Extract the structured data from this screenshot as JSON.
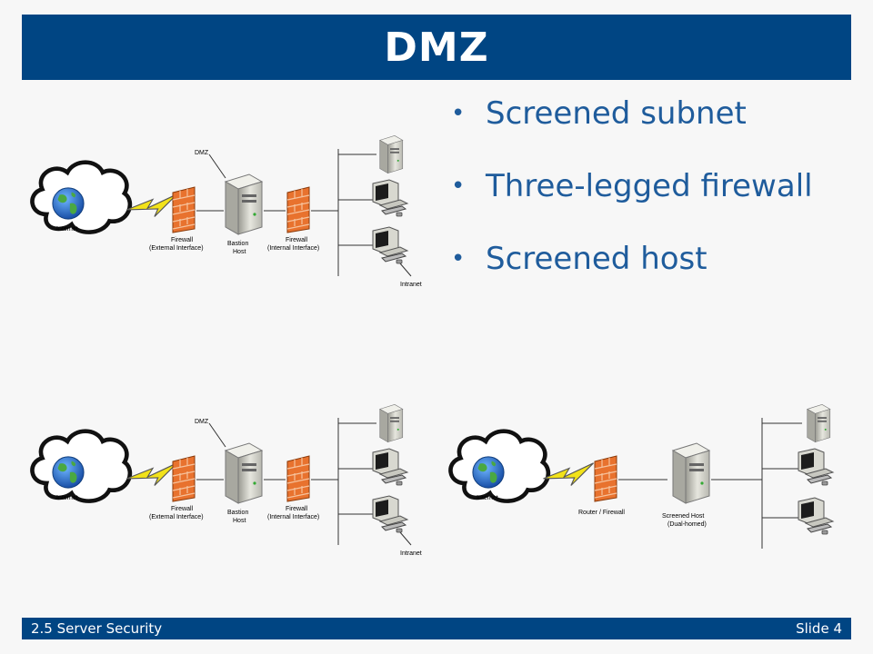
{
  "slide": {
    "title": "DMZ",
    "bullets": [
      "Screened subnet",
      "Three-legged firewall",
      "Screened host"
    ]
  },
  "diagrams": {
    "three_legged": {
      "internet": "Internet",
      "dmz": "DMZ",
      "firewall_external_1": "Firewall",
      "firewall_external_2": "(External Interface)",
      "bastion_1": "Bastion",
      "bastion_2": "Host",
      "firewall_internal_1": "Firewall",
      "firewall_internal_2": "(Internal Interface)",
      "intranet": "Intranet"
    },
    "screened_host": {
      "internet": "Internet",
      "router_firewall": "Router / Firewall",
      "screened_host_1": "Screened Host",
      "screened_host_2": "(Dual-homed)"
    }
  },
  "footer": {
    "left": "2.5 Server Security",
    "right": "Slide 4"
  },
  "colors": {
    "header": "#004583",
    "bullet_text": "#1f5c9c",
    "firewall": "#e8722e",
    "lightning": "#f2e21a"
  },
  "icons": [
    "globe-icon",
    "cloud-icon",
    "lightning-icon",
    "firewall-icon",
    "server-icon",
    "computer-icon"
  ]
}
